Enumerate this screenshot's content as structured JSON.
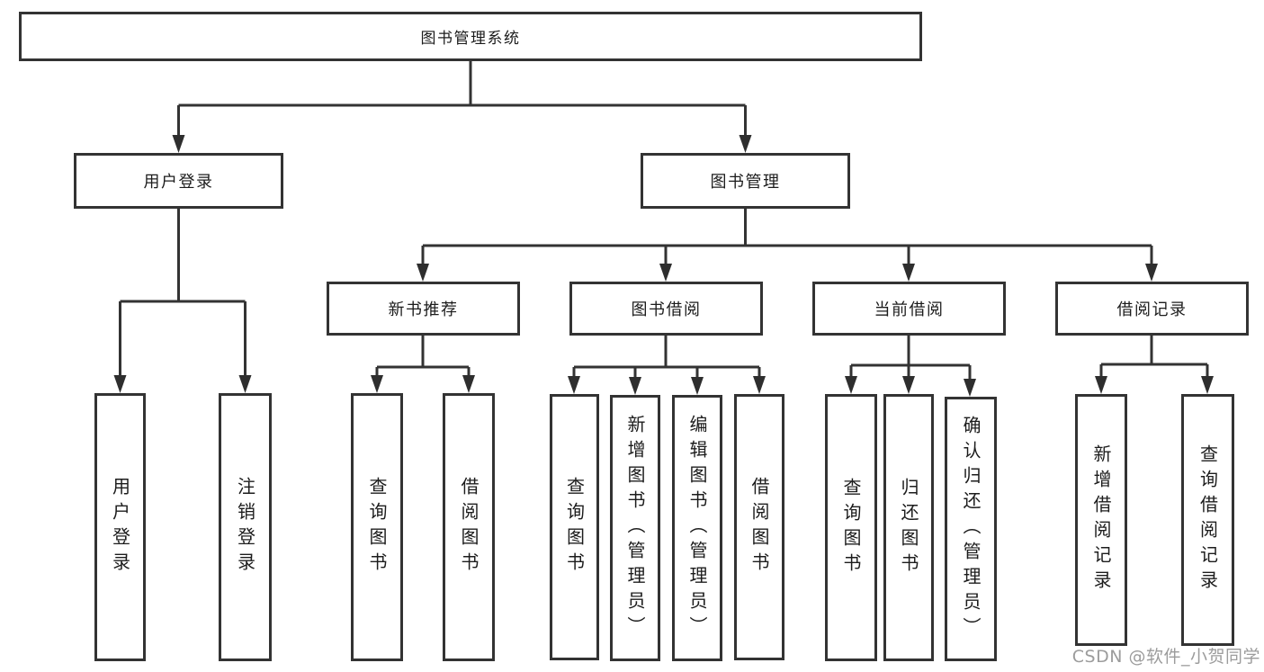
{
  "diagram": {
    "type": "hierarchy-chart",
    "colors": {
      "line": "#333333",
      "box_border": "#333333",
      "text": "#1c1c1c",
      "watermark_text": "#9c9c9c",
      "background": "#ffffff"
    }
  },
  "tree": {
    "label": "图书管理系统",
    "children": [
      {
        "label": "用户登录",
        "children": [
          {
            "label": "用户登录"
          },
          {
            "label": "注销登录"
          }
        ]
      },
      {
        "label": "图书管理",
        "children": [
          {
            "label": "新书推荐",
            "children": [
              {
                "label": "查询图书"
              },
              {
                "label": "借阅图书"
              }
            ]
          },
          {
            "label": "图书借阅",
            "children": [
              {
                "label": "查询图书"
              },
              {
                "label": "新增图书（管理员）"
              },
              {
                "label": "编辑图书（管理员）"
              },
              {
                "label": "借阅图书"
              }
            ]
          },
          {
            "label": "当前借阅",
            "children": [
              {
                "label": "查询图书"
              },
              {
                "label": "归还图书"
              },
              {
                "label": "确认归还（管理员）"
              }
            ]
          },
          {
            "label": "借阅记录",
            "children": [
              {
                "label": "新增借阅记录"
              },
              {
                "label": "查询借阅记录"
              }
            ]
          }
        ]
      }
    ]
  },
  "watermark": "CSDN @软件_小贺同学"
}
